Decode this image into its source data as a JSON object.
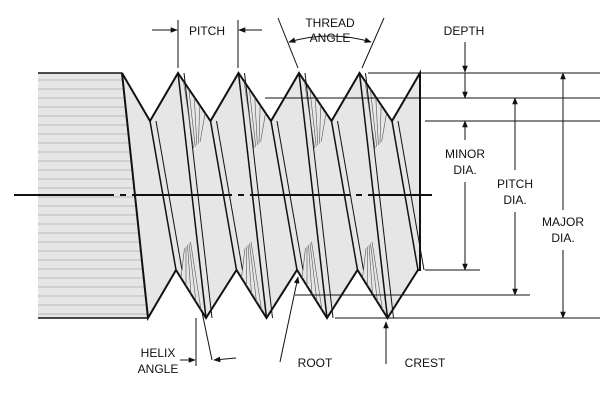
{
  "diagram": {
    "title": "Screw thread terminology",
    "labels": {
      "pitch": "PITCH",
      "thread_angle_1": "THREAD",
      "thread_angle_2": "ANGLE",
      "depth": "DEPTH",
      "minor_dia_1": "MINOR",
      "minor_dia_2": "DIA.",
      "pitch_dia_1": "PITCH",
      "pitch_dia_2": "DIA.",
      "major_dia_1": "MAJOR",
      "major_dia_2": "DIA.",
      "helix_angle_1": "HELIX",
      "helix_angle_2": "ANGLE",
      "root": "ROOT",
      "crest": "CREST"
    },
    "colors": {
      "line": "#111111",
      "fill": "#e6e6e6",
      "hatch": "#555555"
    }
  }
}
